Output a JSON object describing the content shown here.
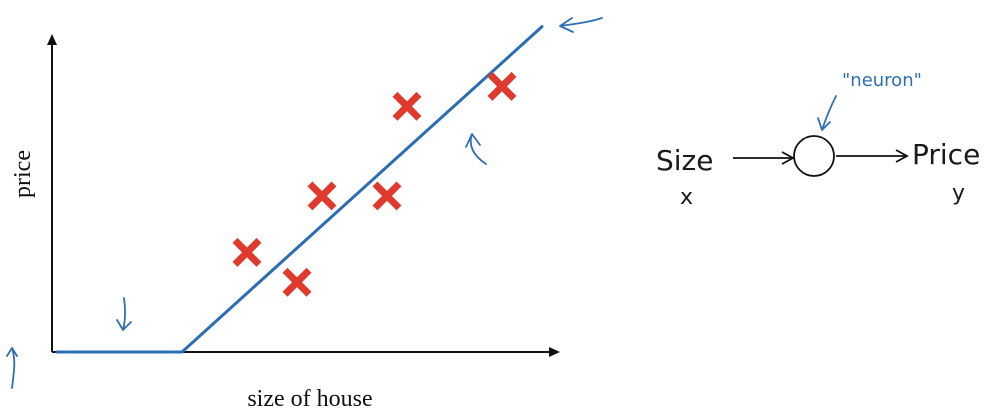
{
  "chart": {
    "ylabel": "price",
    "xlabel": "size of house"
  },
  "neuron_diagram": {
    "input_label": "Size",
    "input_var": "x",
    "output_label": "Price",
    "output_var": "y",
    "node_label": "\"neuron\""
  },
  "colors": {
    "axis": "#111111",
    "fit_line": "#2a6db5",
    "data_points": "#e03a2f",
    "annotation": "#2f6fb5"
  },
  "chart_data": {
    "type": "scatter",
    "title": "",
    "xlabel": "size of house",
    "ylabel": "price",
    "grid": false,
    "xlim": [
      0,
      10
    ],
    "ylim": [
      0,
      10
    ],
    "points": [
      {
        "x": 3.9,
        "y": 3.0
      },
      {
        "x": 4.9,
        "y": 2.1
      },
      {
        "x": 5.4,
        "y": 4.7
      },
      {
        "x": 6.7,
        "y": 4.7
      },
      {
        "x": 7.1,
        "y": 7.4
      },
      {
        "x": 9.0,
        "y": 8.0
      }
    ],
    "fit_line": [
      {
        "x": 0.1,
        "y": 0.0
      },
      {
        "x": 2.6,
        "y": 0.0
      },
      {
        "x": 9.8,
        "y": 9.8
      }
    ]
  }
}
